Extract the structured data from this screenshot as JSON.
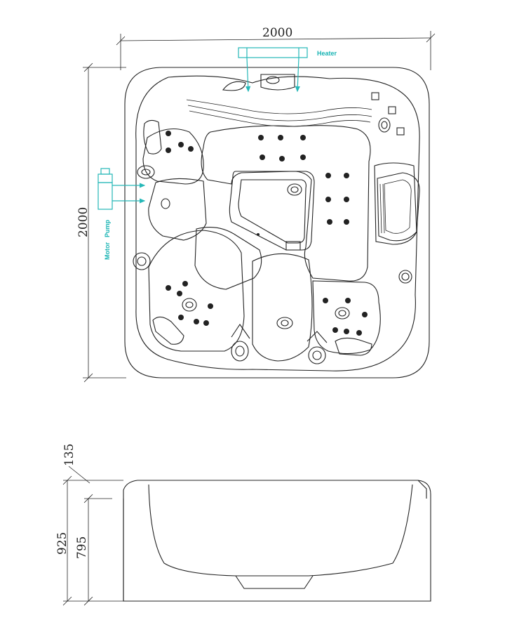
{
  "dimensions": {
    "width": "2000",
    "depth": "2000",
    "lip_height": "135",
    "total_height": "925",
    "seat_height": "795"
  },
  "labels": {
    "heater": "Heater",
    "pump_left": "Motor",
    "pump_right": "Pump"
  },
  "colors": {
    "line": "#222222",
    "annotation": "#19b4b4"
  }
}
